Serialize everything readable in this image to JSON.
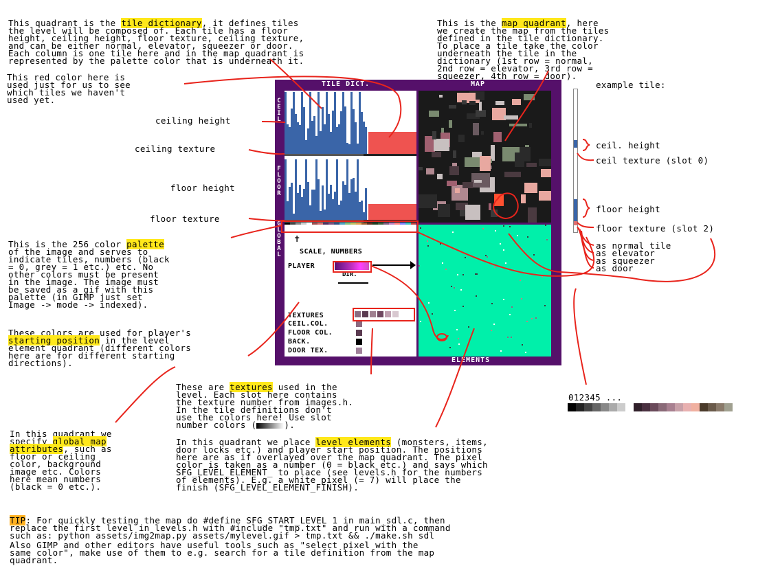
{
  "texts": {
    "dict_a": "This quadrant is the ",
    "dict_hl": "tile dictionary",
    "dict_b": ", it defines tiles\nthe level will be composed of. Each tile has a floor\nheight, ceiling height, floor texture, ceiling texture,\nand can be either normal, elevator, squeezer or door.\nEach column is one tile here and in the map quadrant is\nrepresented by the palette color that is underneath it.",
    "map_a": "This is the ",
    "map_hl": "map quadrant",
    "map_b": ", here\nwe create the map from the tiles\ndefined in the tile dictionary.\nTo place a tile take the color\nunderneath the tile in the\ndictionary (1st row = normal,\n2nd row = elevator, 3rd row =\nsqueezer, 4th row = door).",
    "red": "This red color here is\nused just for us to see\nwhich tiles we haven't\nused yet.",
    "ceil_h": "ceiling height",
    "ceil_t": "ceiling texture",
    "floor_h": "floor height",
    "floor_t": "floor texture",
    "pal_a": "This is the 256 color ",
    "pal_hl": "palette",
    "pal_b": "\nof the image and serves to\nindicate tiles, numbers (black\n= 0, grey = 1 etc.) etc. No\nother colors must be present\nin the image. The image must\nbe saved as a gif with this\npalette (in GIMP just set\nImage -> mode -> indexed).",
    "start_a": "These colors are used for player's\n",
    "start_hl": "starting position",
    "start_b": " in the level\nelement quadrant (different colors\nhere are for different starting\ndirections).",
    "ex_tile": "example tile:",
    "ex_ceil_h": "ceil. height",
    "ex_ceil_t": "ceil texture (slot 0)",
    "ex_floor_h": "floor height",
    "ex_floor_t": "floor texture (slot 2)",
    "ex_normal": "as normal tile",
    "ex_elev": "as elevator",
    "ex_squeeze": "as squeezer",
    "ex_door": "as door",
    "tex_a": "These are ",
    "tex_hl": "textures",
    "tex_b": " used in the\nlevel. Each slot here contains\nthe texture number from images.h.\nIn the tile definitions don't\nuse the colors here! Use slot\nnumber colors (",
    "tex_c": ").",
    "nums": "012345 ...",
    "glob_a": "In this quadrant we\nspecify ",
    "glob_hl1": "global map",
    "glob_hl2": "attributes",
    "glob_b": ", such as\nfloor or ceiling\ncolor, background\nimage etc. Colors\nhere mean numbers\n(black = 0 etc.).",
    "lev_a": "In this quadrant we place ",
    "lev_hl": "level elements",
    "lev_b": " (monsters, items,\ndoor locks etc.) and player start position. The positions\nhere are as if overlayed over the map quadrant. The pixel\ncolor is taken as a number (0 = black etc.) and says which\nSFG_LEVEL_ELEMENT_ to place (see levels.h for the numbers\nof elements). E.g. a white pixel (= 7) will place the\nfinish (SFG_LEVEL_ELEMENT_FINISH).",
    "tip_hl": "TIP",
    "tip_b": ": For quickly testing the map do #define SFG_START_LEVEL 1 in main_sdl.c, then\nreplace the first level in levels.h with #include \"tmp.txt\" and run with a command\nsuch as: python assets/img2map.py assets/mylevel.gif > tmp.txt && ./make.sh sdl",
    "also": "Also GIMP and other editors have useful tools such as \"select pixel with the\nsame color\", make use of them to e.g. search for a tile definition from the map\nquadrant."
  },
  "board": {
    "tile_dict_label": "TILE DICT.",
    "map_label": "MAP",
    "elements_label": "ELEMENTS",
    "ceil_label": "CEIL",
    "floor_label": "FLOOR",
    "global_label": "GLOBAL",
    "scale_label": "SCALE, NUMBERS",
    "player_label": "PLAYER",
    "dir_label": "DIR.",
    "textures_label": "TEXTURES",
    "ceil_col_label": "CEIL.COL.",
    "floor_col_label": "FLOOR COL.",
    "back_label": "BACK.",
    "door_tex_label": "DOOR TEX."
  },
  "colors": {
    "board_bg": "#55106a",
    "bar_blue": "#3a65a8",
    "red": "#ef5350",
    "elements_bg": "#00f0aa",
    "annotation_line": "#e8241c"
  }
}
